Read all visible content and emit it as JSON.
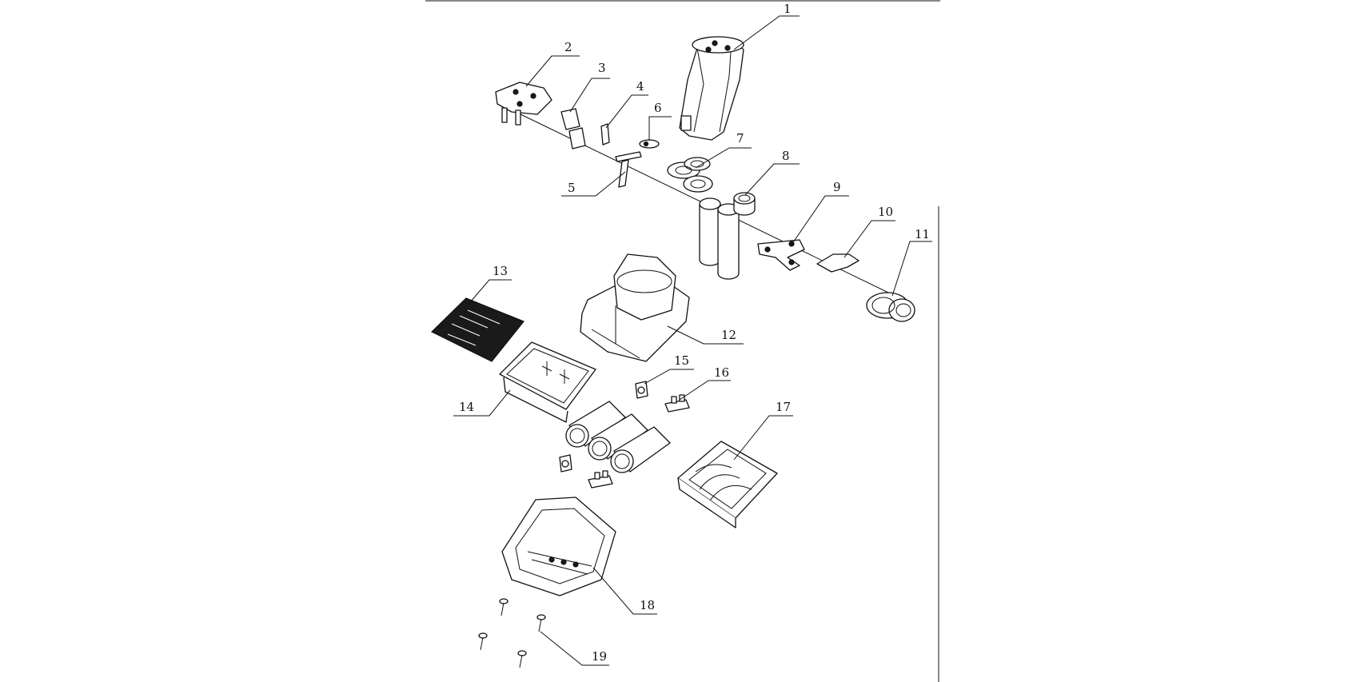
{
  "diagram": {
    "type": "exploded-view parts drawing",
    "callouts": [
      "1",
      "2",
      "3",
      "4",
      "5",
      "6",
      "7",
      "8",
      "9",
      "10",
      "11",
      "12",
      "13",
      "14",
      "15",
      "16",
      "17",
      "18",
      "19"
    ]
  }
}
